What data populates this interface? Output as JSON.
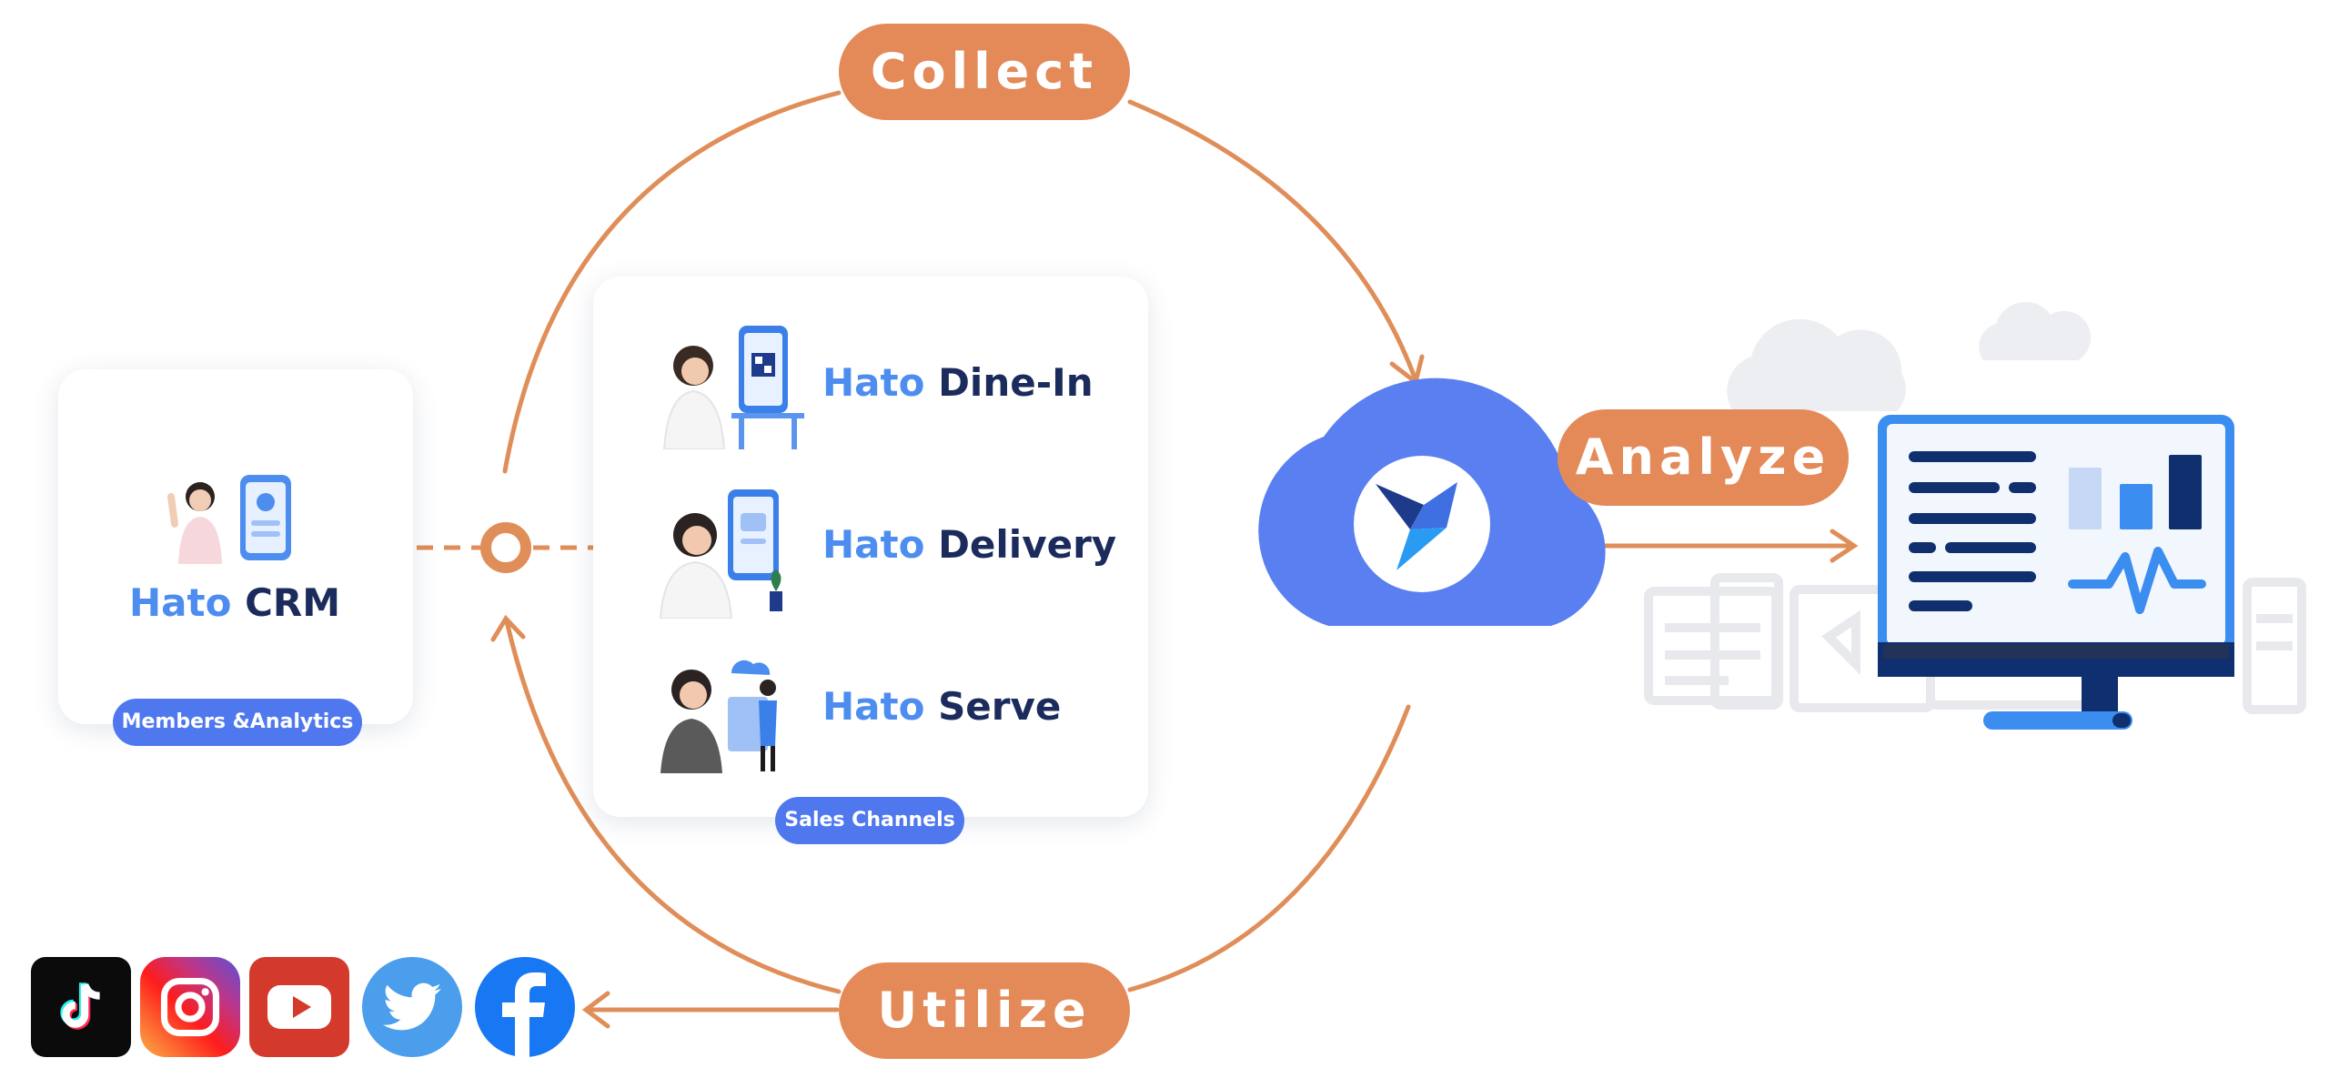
{
  "steps": {
    "collect": "Collect",
    "analyze": "Analyze",
    "utilize": "Utilize"
  },
  "crm": {
    "brand": "Hato",
    "product": "CRM",
    "badge": "Members &Analytics"
  },
  "sales": {
    "badge": "Sales Channels",
    "channels": [
      {
        "brand": "Hato",
        "product": "Dine-In"
      },
      {
        "brand": "Hato",
        "product": "Delivery"
      },
      {
        "brand": "Hato",
        "product": "Serve"
      }
    ]
  },
  "icons": {
    "hub": "hato-cloud-logo-icon",
    "dashboard": "analytics-monitor-icon",
    "social": [
      "tiktok-icon",
      "instagram-icon",
      "youtube-icon",
      "twitter-icon",
      "facebook-icon"
    ]
  },
  "colors": {
    "accent_orange": "#e38a58",
    "brand_blue": "#4e8df0",
    "navy": "#1b2b5c",
    "cloud_blue": "#5a7ff0",
    "chip_blue": "#4f78ef"
  }
}
